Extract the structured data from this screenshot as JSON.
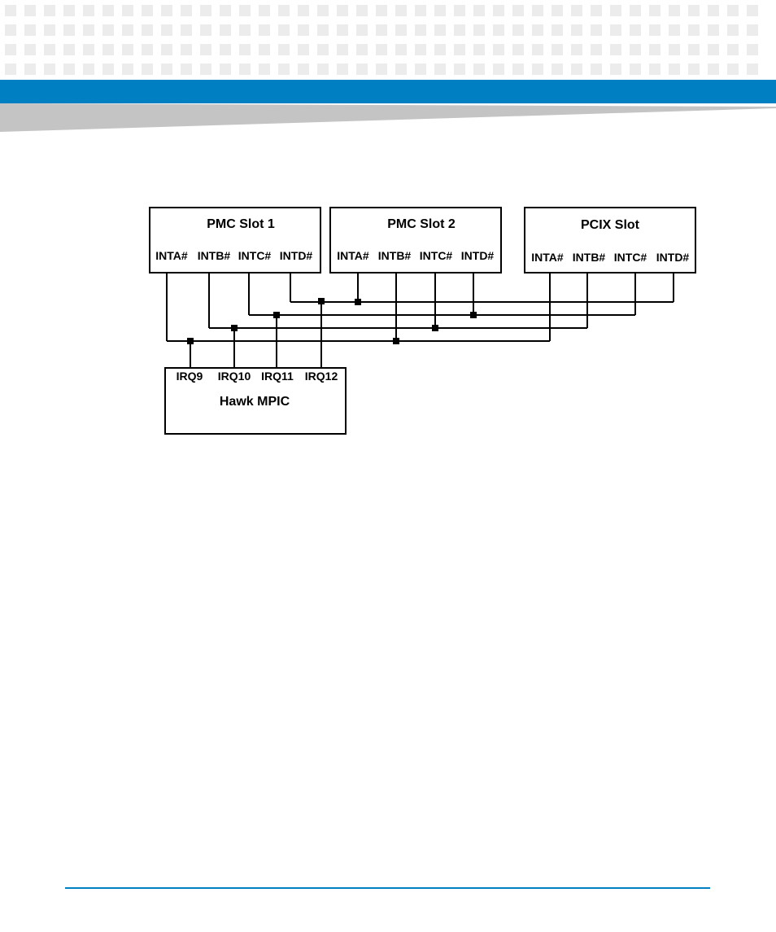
{
  "header": {
    "band_color": "#0080c3",
    "wedge_color": "#c4c4c4",
    "pattern_color": "#ececec"
  },
  "diagram": {
    "slots": [
      {
        "title": "PMC Slot 1",
        "pins": [
          "INTA#",
          "INTB#",
          "INTC#",
          "INTD#"
        ]
      },
      {
        "title": "PMC Slot 2",
        "pins": [
          "INTA#",
          "INTB#",
          "INTC#",
          "INTD#"
        ]
      },
      {
        "title": "PCIX Slot",
        "pins": [
          "INTA#",
          "INTB#",
          "INTC#",
          "INTD#"
        ]
      }
    ],
    "controller": {
      "title": "Hawk MPIC",
      "irqs": [
        "IRQ9",
        "IRQ10",
        "IRQ11",
        "IRQ12"
      ]
    }
  },
  "footer": {
    "rule_color": "#0080c3"
  }
}
